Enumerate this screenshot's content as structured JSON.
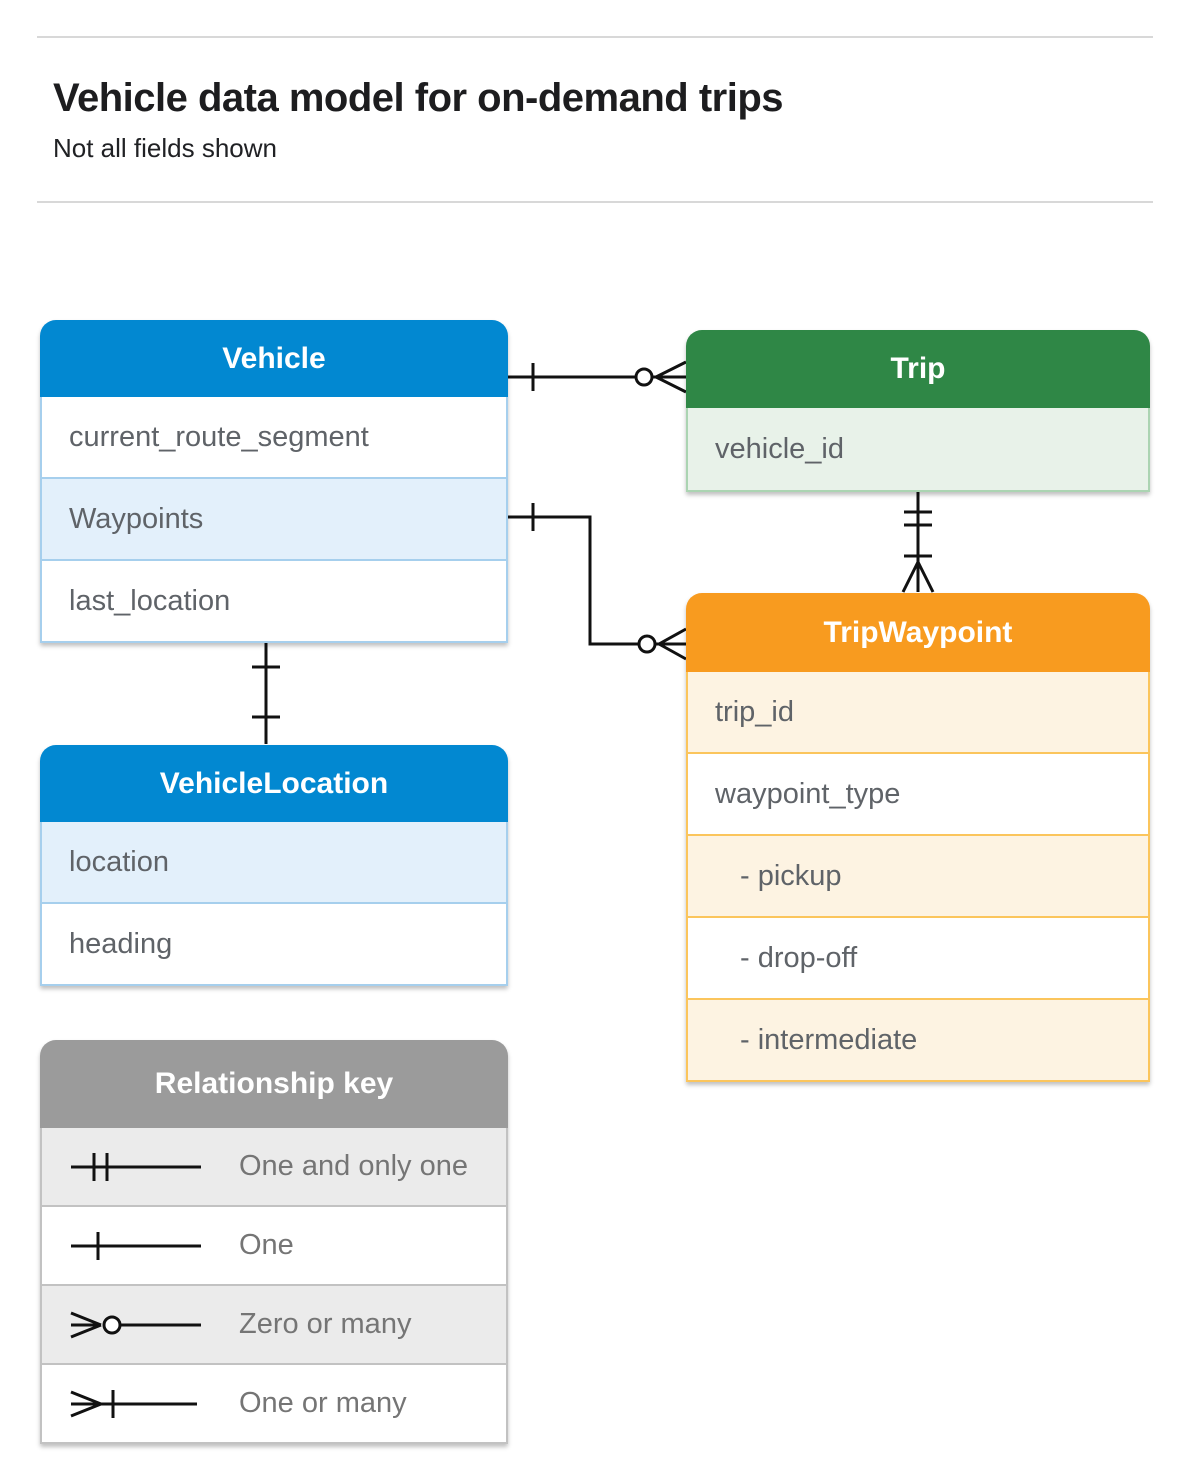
{
  "header": {
    "title": "Vehicle data model for on-demand trips",
    "subtitle": "Not all fields shown"
  },
  "entities": {
    "vehicle": {
      "title": "Vehicle",
      "fields": [
        "current_route_segment",
        "Waypoints",
        "last_location"
      ]
    },
    "trip": {
      "title": "Trip",
      "fields": [
        "vehicle_id"
      ]
    },
    "trip_waypoint": {
      "title": "TripWaypoint",
      "fields": [
        "trip_id",
        "waypoint_type",
        "- pickup",
        "- drop-off",
        "- intermediate"
      ]
    },
    "vehicle_location": {
      "title": "VehicleLocation",
      "fields": [
        "location",
        "heading"
      ]
    }
  },
  "legend": {
    "title": "Relationship key",
    "items": [
      {
        "symbol": "one-and-only-one-icon",
        "label": "One and only one"
      },
      {
        "symbol": "one-icon",
        "label": "One"
      },
      {
        "symbol": "zero-or-many-icon",
        "label": "Zero or many"
      },
      {
        "symbol": "one-or-many-icon",
        "label": "One or many"
      }
    ]
  },
  "relationships": [
    {
      "from": "Vehicle",
      "to": "Trip",
      "from_cardinality": "one",
      "to_cardinality": "zero-or-many"
    },
    {
      "from": "Vehicle.Waypoints",
      "to": "TripWaypoint",
      "from_cardinality": "one",
      "to_cardinality": "zero-or-many"
    },
    {
      "from": "Trip.vehicle_id",
      "to": "TripWaypoint",
      "from_cardinality": "one-and-only-one",
      "to_cardinality": "one-or-many"
    },
    {
      "from": "Vehicle.last_location",
      "to": "VehicleLocation",
      "from_cardinality": "one",
      "to_cardinality": "one"
    }
  ],
  "colors": {
    "blue_header": "#0288d1",
    "blue_row": "#e3f0fb",
    "blue_border": "#a6cfed",
    "green_header": "#2f8746",
    "green_row": "#e8f2e9",
    "green_border": "#abd4b2",
    "orange_header": "#f89b1f",
    "orange_row": "#fdf3e2",
    "orange_border": "#fbc55c",
    "gray_header": "#9b9b9b",
    "gray_row": "#ebebeb",
    "gray_border": "#c2c2c2",
    "connector_line": "#111111",
    "field_text": "#5f6368",
    "legend_text": "#757575"
  }
}
